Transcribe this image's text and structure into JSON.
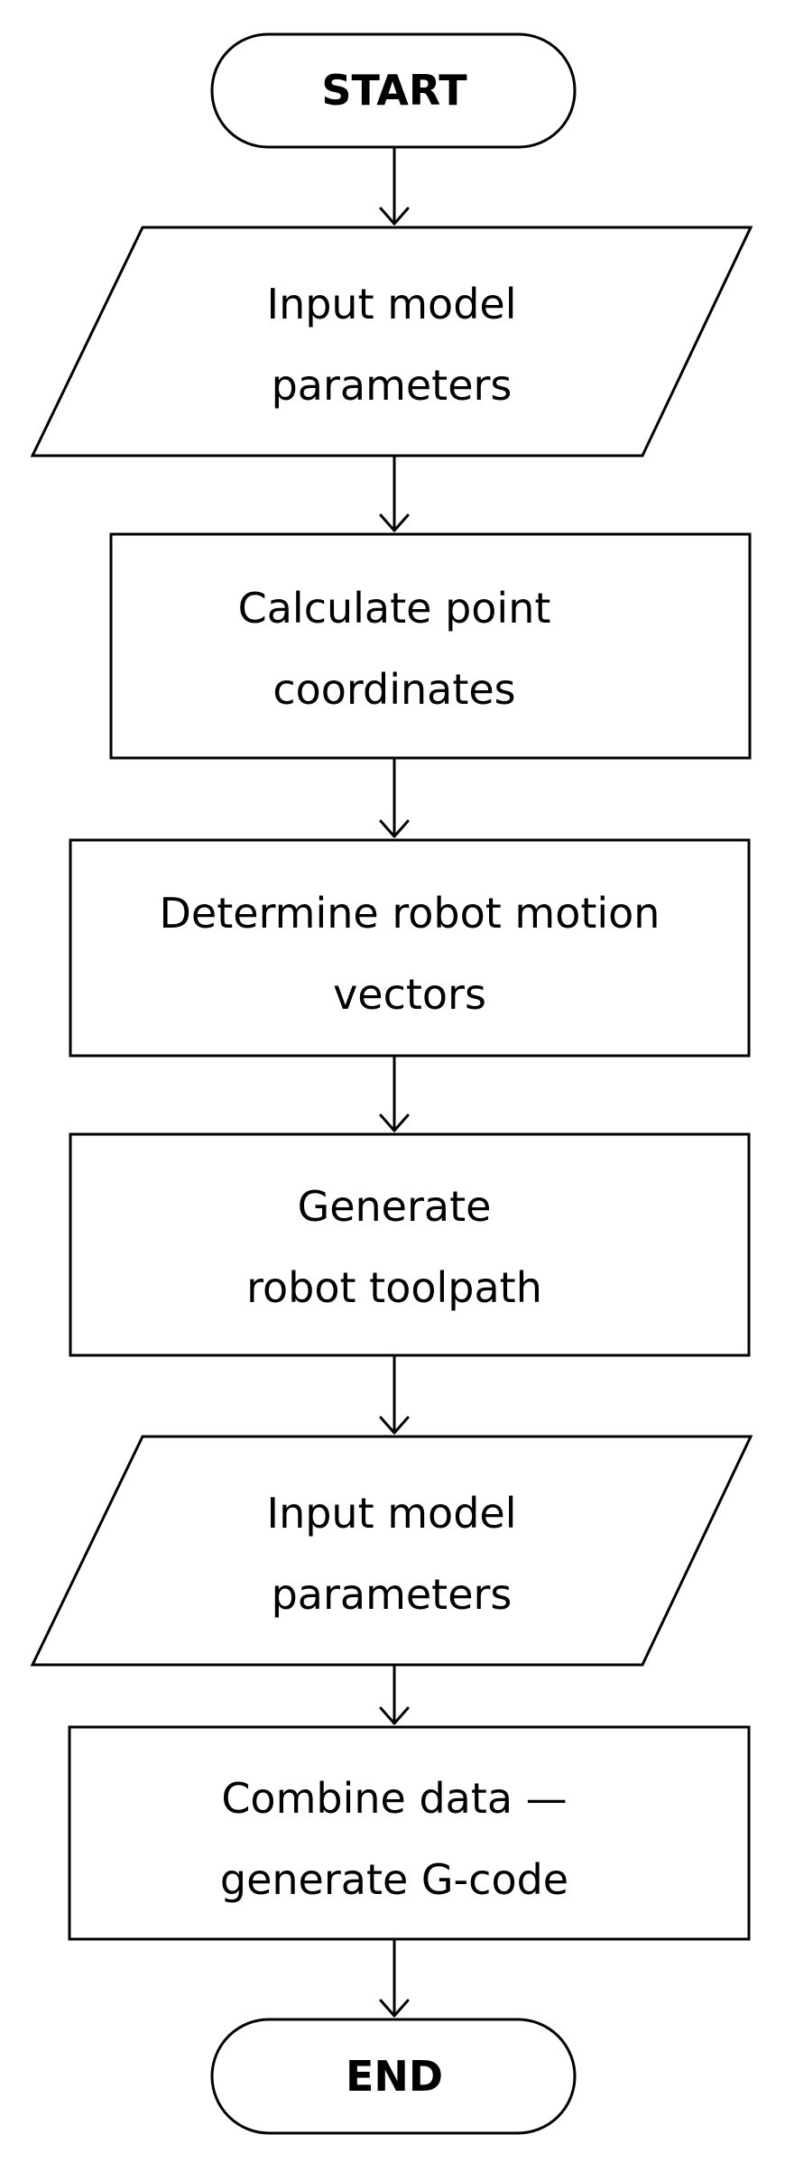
{
  "flowchart": {
    "nodes": [
      {
        "id": "start",
        "shape": "terminal",
        "lines": [
          "START"
        ]
      },
      {
        "id": "input-1",
        "shape": "io",
        "lines": [
          "Input model",
          "parameters"
        ]
      },
      {
        "id": "calc",
        "shape": "process",
        "lines": [
          "Calculate point",
          "coordinates"
        ]
      },
      {
        "id": "determine",
        "shape": "process",
        "lines": [
          "Determine robot motion",
          "vectors"
        ]
      },
      {
        "id": "generate",
        "shape": "process",
        "lines": [
          "Generate",
          "robot toolpath"
        ]
      },
      {
        "id": "input-2",
        "shape": "io",
        "lines": [
          "Input model",
          "parameters"
        ]
      },
      {
        "id": "combine",
        "shape": "process",
        "lines": [
          "Combine data —",
          "generate G-code"
        ]
      },
      {
        "id": "end",
        "shape": "terminal",
        "lines": [
          "END"
        ]
      }
    ],
    "edges": [
      {
        "from": "start",
        "to": "input-1"
      },
      {
        "from": "input-1",
        "to": "calc"
      },
      {
        "from": "calc",
        "to": "determine"
      },
      {
        "from": "determine",
        "to": "generate"
      },
      {
        "from": "generate",
        "to": "input-2"
      },
      {
        "from": "input-2",
        "to": "combine"
      },
      {
        "from": "combine",
        "to": "end"
      }
    ]
  }
}
